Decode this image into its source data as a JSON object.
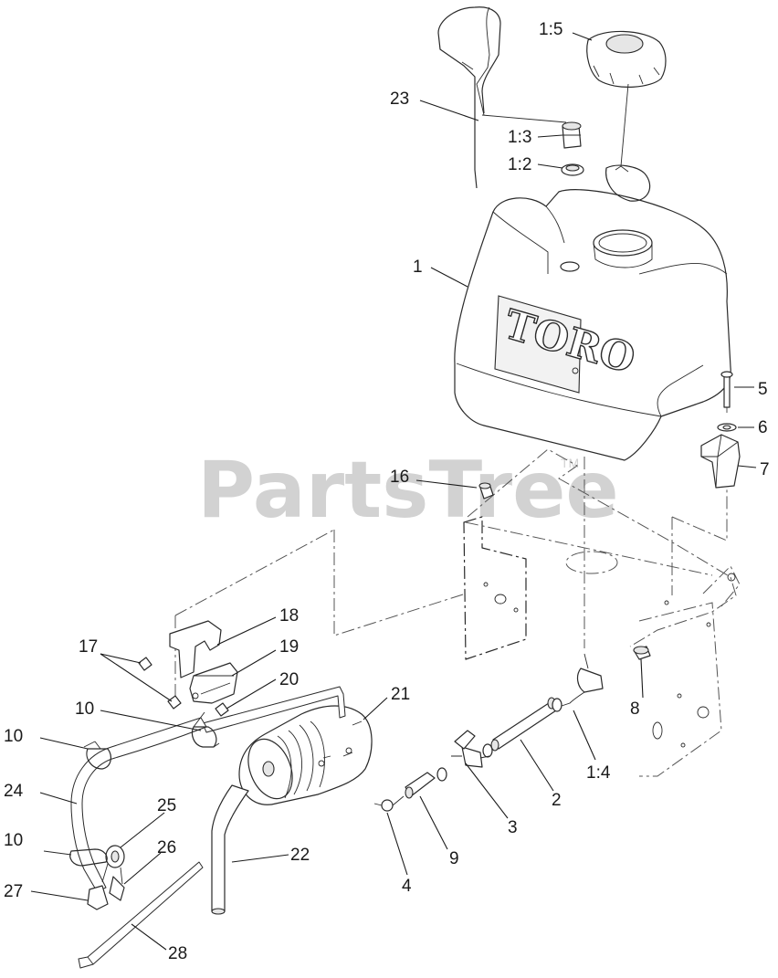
{
  "watermark": {
    "text": "PartsTree",
    "tm": "TM"
  },
  "brand_logo": "TORO",
  "callouts": {
    "p1_5": "1:5",
    "p23": "23",
    "p1_3": "1:3",
    "p1_2": "1:2",
    "p1": "1",
    "p5": "5",
    "p6": "6",
    "p7": "7",
    "p16": "16",
    "p18": "18",
    "p17": "17",
    "p19": "19",
    "p20": "20",
    "p21": "21",
    "p10a": "10",
    "p10b": "10",
    "p10c": "10",
    "p8": "8",
    "p24": "24",
    "p25": "25",
    "p26": "26",
    "p1_4": "1:4",
    "p2": "2",
    "p3": "3",
    "p22": "22",
    "p9": "9",
    "p4": "4",
    "p27": "27",
    "p28": "28"
  },
  "colors": {
    "line": "#1a1a1a",
    "watermark": "#d2d2d2",
    "background": "#ffffff"
  }
}
